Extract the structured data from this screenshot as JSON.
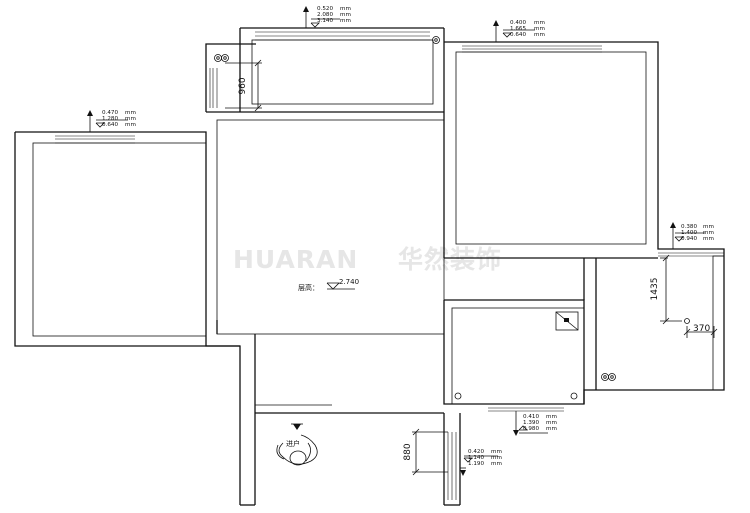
{
  "watermark": {
    "brand": "HUARAN",
    "cn": "华然装饰"
  },
  "ceiling_height": {
    "label": "层高：",
    "value": "2.740"
  },
  "dimensions": {
    "top_left_window_gap": "960",
    "right_balcony": "1435",
    "right_small": "370",
    "entry_side": "880"
  },
  "elevations": {
    "top_middle": [
      "0.520",
      "2.080",
      "3.140"
    ],
    "top_right": [
      "0.400",
      "1.665",
      "0.640"
    ],
    "left": [
      "0.470",
      "1.280",
      "0.640"
    ],
    "right": [
      "0.380",
      "1.400",
      "0.940"
    ],
    "bottom_middle": [
      "0.410",
      "1.390",
      "0.980"
    ],
    "bottom_entry": [
      "0.420",
      "1.140",
      "1.190"
    ]
  },
  "elevation_unit": "mm",
  "entry_label": "进户"
}
